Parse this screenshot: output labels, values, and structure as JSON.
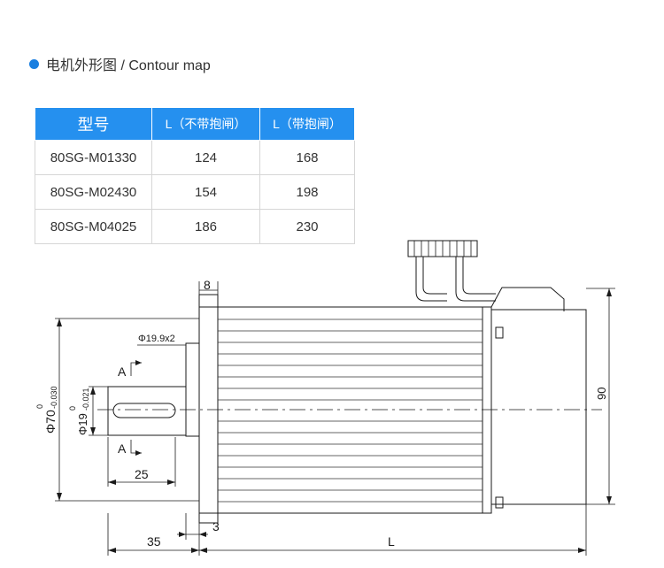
{
  "heading": {
    "text": "电机外形图 / Contour map",
    "dot_color": "#1a7fe0"
  },
  "table": {
    "header_color": "#2590ef",
    "columns": [
      "型号",
      "L（不带抱闸）",
      "L（带抱闸）"
    ],
    "rows": [
      [
        "80SG-M01330",
        "124",
        "168"
      ],
      [
        "80SG-M02430",
        "154",
        "198"
      ],
      [
        "80SG-M04025",
        "186",
        "230"
      ]
    ]
  },
  "drawing": {
    "dim_flange": "8",
    "dim_shaft_dia": "Φ19.9x2",
    "section_top": "A",
    "section_bottom": "A",
    "dim_body_main": "Φ70",
    "dim_body_tol_upper": "0",
    "dim_body_tol_lower": "-0.030",
    "dim_shaft_main": "Φ19",
    "dim_shaft_tol_upper": "0",
    "dim_shaft_tol_lower": "-0.021",
    "dim_key": "25",
    "dim_height": "90",
    "dim_gap": "3",
    "dim_shaft_len": "35",
    "dim_length": "L"
  }
}
